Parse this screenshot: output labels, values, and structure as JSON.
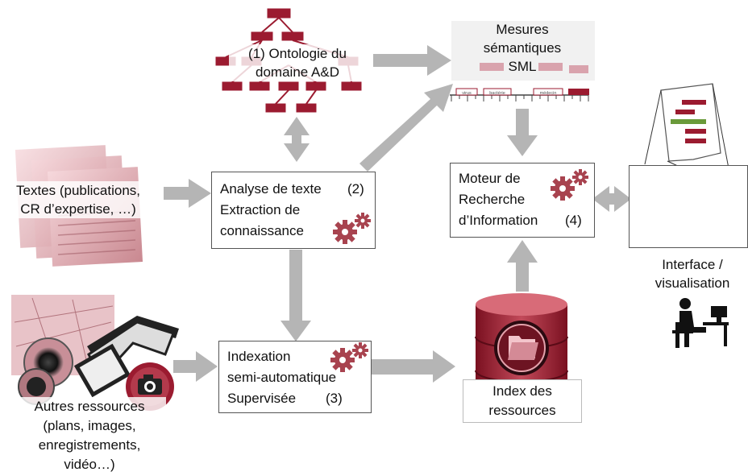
{
  "colors": {
    "crimson": "#9b1b30",
    "crimson_light": "#d9a3ad",
    "arrow": "#b5b5b5",
    "gear": "#a8434f",
    "green": "#6a9a3a",
    "black": "#111111"
  },
  "nodes": {
    "ontology": {
      "line1": "(1) Ontologie du",
      "line2": "domaine A&D"
    },
    "sml": {
      "line1": "Mesures",
      "line2": "sémantiques",
      "line3": "SML",
      "ruler_labels": [
        "virus",
        "bactérie",
        "médecin"
      ]
    },
    "texts": {
      "line1": "Textes (publications,",
      "line2": "CR d’expertise,  …)"
    },
    "analysis": {
      "line1": "Analyse de texte",
      "num": "(2)",
      "line2": "Extraction de",
      "line3": "connaissance"
    },
    "engine": {
      "line1": "Moteur de",
      "line2": "Recherche",
      "line3": "d’Information",
      "num": "(4)"
    },
    "interface": {
      "line1": "Interface /",
      "line2": "visualisation"
    },
    "indexation": {
      "line1": "Indexation",
      "line2": "semi-automatique",
      "line3": "Supervisée",
      "num": "(3)"
    },
    "index": {
      "line1": "Index des",
      "line2": "ressources"
    },
    "resources": {
      "line1": "Autres ressources",
      "line2": "(plans, images,",
      "line3": "enregistrements,",
      "line4": "vidéo…)"
    }
  },
  "icons": [
    "gear-icon",
    "database-icon",
    "folder-icon",
    "document-icon",
    "person-at-computer-icon",
    "film-reel-icon",
    "camera-icon",
    "dictionary-page-icon"
  ]
}
